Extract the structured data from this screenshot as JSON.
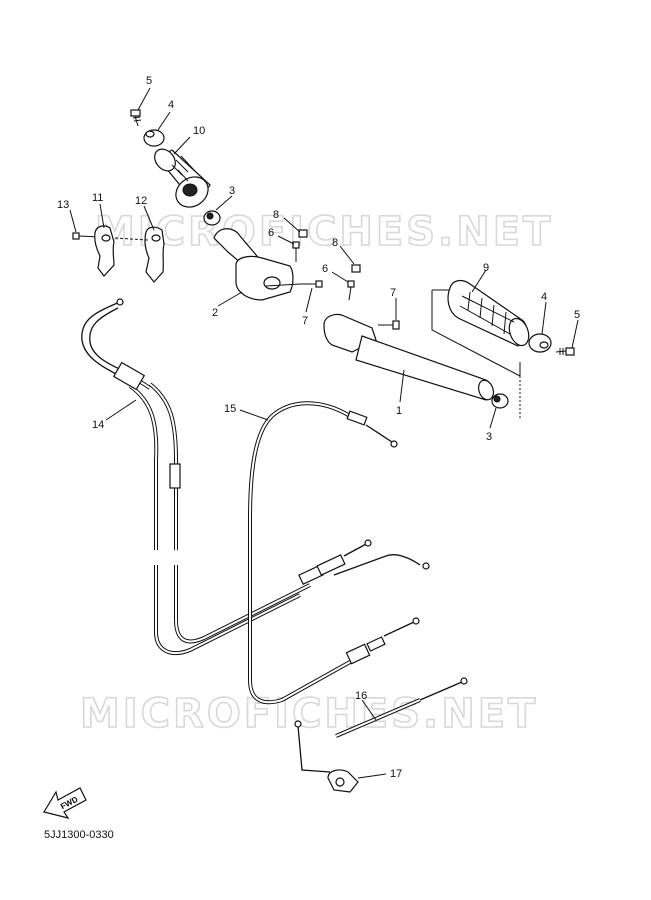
{
  "watermarks": [
    "MICROFICHES.NET",
    "MICROFICHES.NET"
  ],
  "callouts": [
    {
      "id": "c5a",
      "label": "5"
    },
    {
      "id": "c4a",
      "label": "4"
    },
    {
      "id": "c10",
      "label": "10"
    },
    {
      "id": "c3a",
      "label": "3"
    },
    {
      "id": "c13",
      "label": "13"
    },
    {
      "id": "c11",
      "label": "11"
    },
    {
      "id": "c12",
      "label": "12"
    },
    {
      "id": "c8a",
      "label": "8"
    },
    {
      "id": "c6a",
      "label": "6"
    },
    {
      "id": "c8b",
      "label": "8"
    },
    {
      "id": "c6b",
      "label": "6"
    },
    {
      "id": "c7a",
      "label": "7"
    },
    {
      "id": "c7b",
      "label": "7"
    },
    {
      "id": "c2",
      "label": "2"
    },
    {
      "id": "c9",
      "label": "9"
    },
    {
      "id": "c4b",
      "label": "4"
    },
    {
      "id": "c5b",
      "label": "5"
    },
    {
      "id": "c1",
      "label": "1"
    },
    {
      "id": "c3b",
      "label": "3"
    },
    {
      "id": "c14",
      "label": "14"
    },
    {
      "id": "c15",
      "label": "15"
    },
    {
      "id": "c16",
      "label": "16"
    },
    {
      "id": "c17",
      "label": "17"
    }
  ],
  "fwd_label": "FWD",
  "diagram_code": "5JJ1300-0330"
}
